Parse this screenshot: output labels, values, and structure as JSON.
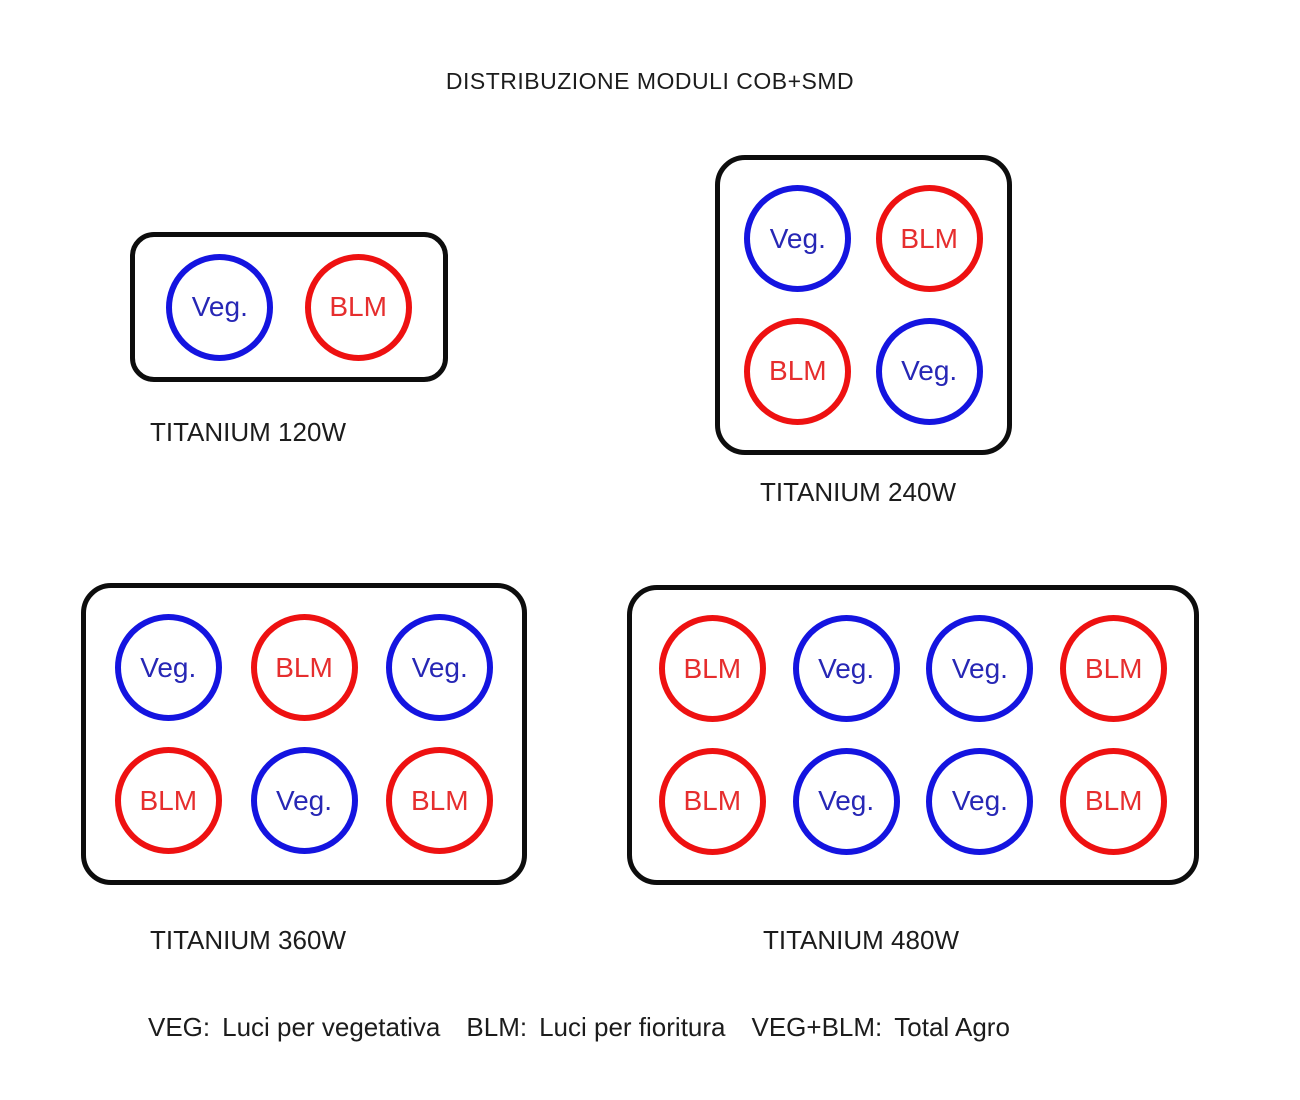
{
  "title": "DISTRIBUZIONE MODULI COB+SMD",
  "colors": {
    "veg_stroke": "#1414e0",
    "veg_text": "#2727b5",
    "blm_stroke": "#ee1111",
    "blm_text": "#e62e2e",
    "panel_border": "#0d0d0d",
    "text": "#1c1c1c"
  },
  "panels": [
    {
      "label": "TITANIUM 120W",
      "rows": 1,
      "cols": 2,
      "modules": [
        {
          "type": "veg",
          "label": "Veg."
        },
        {
          "type": "blm",
          "label": "BLM"
        }
      ]
    },
    {
      "label": "TITANIUM 240W",
      "rows": 2,
      "cols": 2,
      "modules": [
        {
          "type": "veg",
          "label": "Veg."
        },
        {
          "type": "blm",
          "label": "BLM"
        },
        {
          "type": "blm",
          "label": "BLM"
        },
        {
          "type": "veg",
          "label": "Veg."
        }
      ]
    },
    {
      "label": "TITANIUM 360W",
      "rows": 2,
      "cols": 3,
      "modules": [
        {
          "type": "veg",
          "label": "Veg."
        },
        {
          "type": "blm",
          "label": "BLM"
        },
        {
          "type": "veg",
          "label": "Veg."
        },
        {
          "type": "blm",
          "label": "BLM"
        },
        {
          "type": "veg",
          "label": "Veg."
        },
        {
          "type": "blm",
          "label": "BLM"
        }
      ]
    },
    {
      "label": "TITANIUM 480W",
      "rows": 2,
      "cols": 4,
      "modules": [
        {
          "type": "blm",
          "label": "BLM"
        },
        {
          "type": "veg",
          "label": "Veg."
        },
        {
          "type": "veg",
          "label": "Veg."
        },
        {
          "type": "blm",
          "label": "BLM"
        },
        {
          "type": "blm",
          "label": "BLM"
        },
        {
          "type": "veg",
          "label": "Veg."
        },
        {
          "type": "veg",
          "label": "Veg."
        },
        {
          "type": "blm",
          "label": "BLM"
        }
      ]
    }
  ],
  "legend": {
    "items": [
      {
        "term": "VEG:",
        "description": "Luci per vegetativa"
      },
      {
        "term": "BLM:",
        "description": "Luci per fioritura"
      },
      {
        "term": "VEG+BLM:",
        "description": "Total Agro"
      }
    ]
  }
}
